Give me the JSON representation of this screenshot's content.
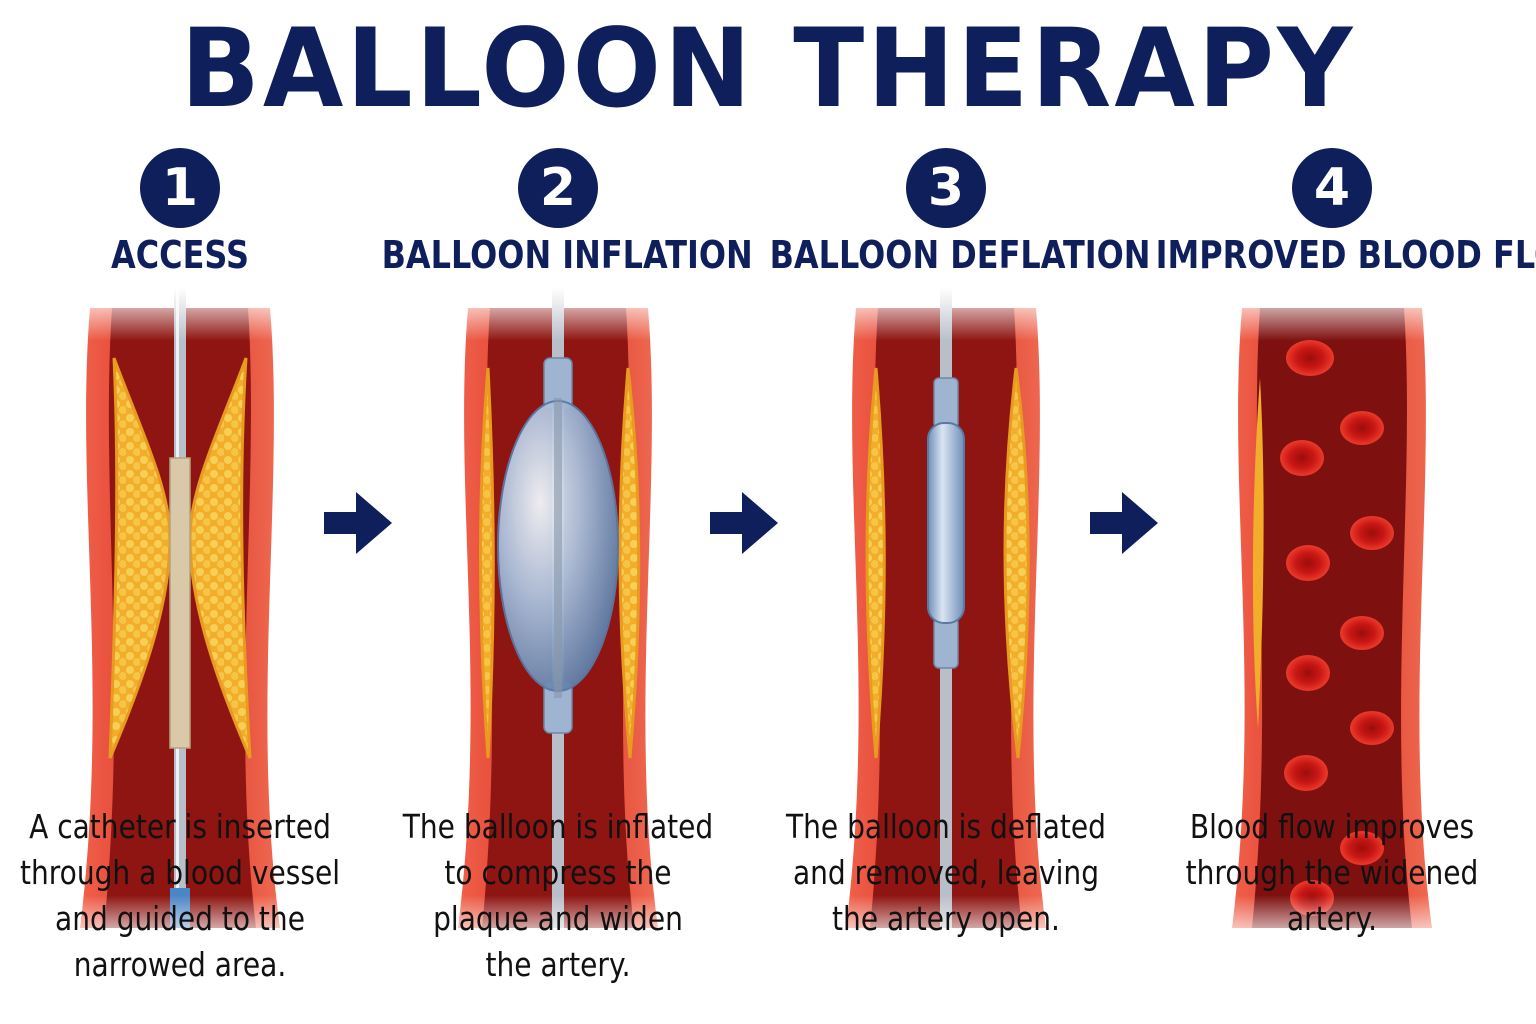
{
  "title": "BALLOON THERAPY",
  "colors": {
    "navy": "#0f1f5c",
    "vessel_wall": "#d6321f",
    "lumen": "#8e1512",
    "plaque": "#f3b32f",
    "balloon": "#9fb7d6",
    "blood_cell": "#d31a17"
  },
  "steps": [
    {
      "number": "1",
      "title": "ACCESS",
      "description": "A catheter is inserted\nthrough a blood vessel\nand guided to the\nnarrowed area."
    },
    {
      "number": "2",
      "title": "BALLOON INFLATION",
      "description": "The balloon is inflated\nto compress the\nplaque and widen\nthe artery."
    },
    {
      "number": "3",
      "title": "BALLOON DEFLATION",
      "description": "The balloon is deflated\nand removed, leaving\nthe artery open."
    },
    {
      "number": "4",
      "title": "IMPROVED BLOOD FLOW",
      "description": "Blood flow improves\nthrough the widened\nartery."
    }
  ],
  "icons": [
    "right-arrow-icon",
    "catheter-icon",
    "balloon-icon",
    "red-blood-cell-icon"
  ]
}
